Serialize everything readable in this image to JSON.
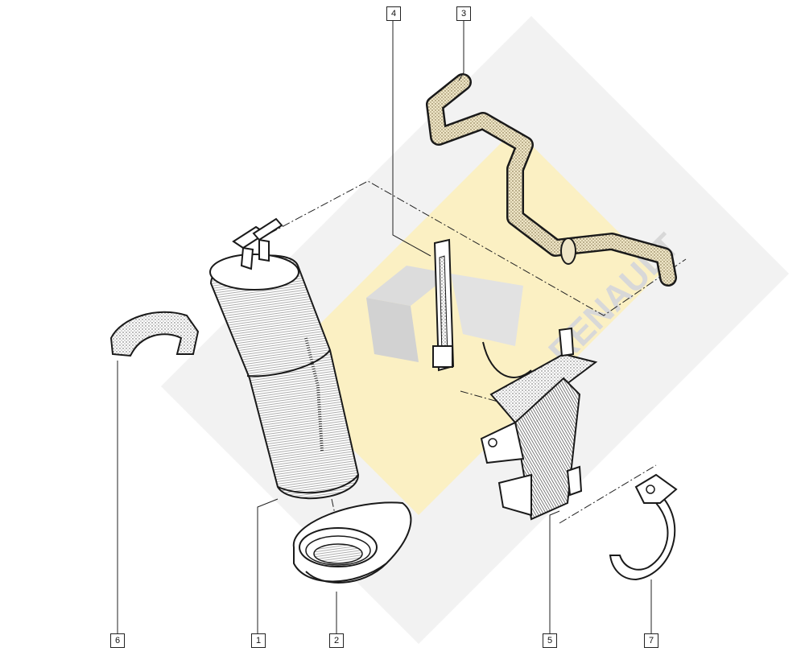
{
  "watermark": {
    "brand_text": "RENAULT",
    "colors": {
      "diamond_outer": "#f2f2f2",
      "diamond_inner": "#fbefc0",
      "logo": "#dcdcdc"
    }
  },
  "colors": {
    "line": "#1a1a1a",
    "hose_fill": "#efe6c8",
    "part_fill": "#ffffff",
    "stipple": "#555555"
  },
  "callouts": [
    {
      "id": "1",
      "label": "1"
    },
    {
      "id": "2",
      "label": "2"
    },
    {
      "id": "3",
      "label": "3"
    },
    {
      "id": "4",
      "label": "4"
    },
    {
      "id": "5",
      "label": "5"
    },
    {
      "id": "6",
      "label": "6"
    },
    {
      "id": "7",
      "label": "7"
    }
  ],
  "parts": [
    {
      "callout": "1",
      "icon": "canister-icon"
    },
    {
      "callout": "2",
      "icon": "canister-base-icon"
    },
    {
      "callout": "3",
      "icon": "hose-icon"
    },
    {
      "callout": "4",
      "icon": "strap-icon"
    },
    {
      "callout": "5",
      "icon": "bracket-icon"
    },
    {
      "callout": "6",
      "icon": "clamp-icon"
    },
    {
      "callout": "7",
      "icon": "band-clamp-icon"
    }
  ]
}
